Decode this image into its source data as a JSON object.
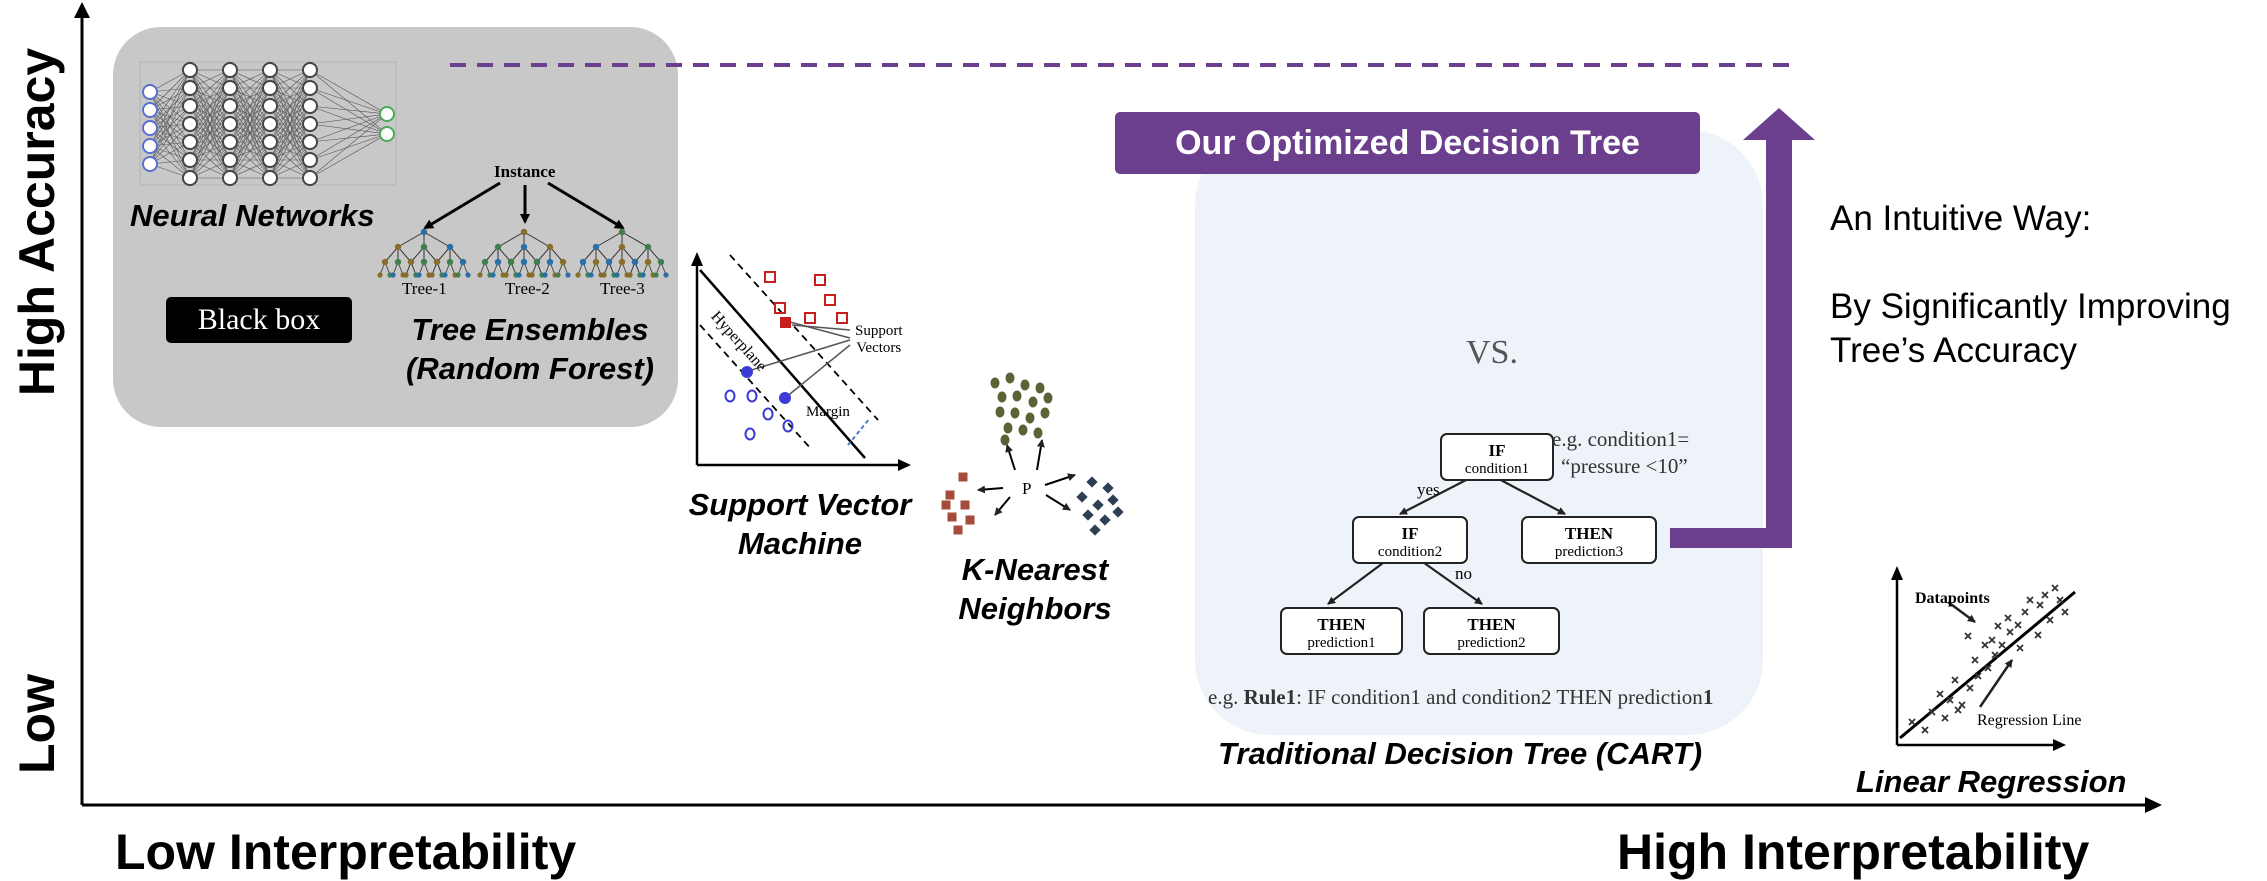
{
  "axes": {
    "y_high": "High Accuracy",
    "y_low": "Low",
    "x_low": "Low Interpretability",
    "x_high": "High Interpretability"
  },
  "black_box_panel": {
    "neural_networks": "Neural Networks",
    "black_box": "Black box",
    "instance": "Instance",
    "trees": [
      "Tree-1",
      "Tree-2",
      "Tree-3"
    ],
    "tree_ensembles_line1": "Tree Ensembles",
    "tree_ensembles_line2": "(Random Forest)"
  },
  "svm": {
    "hyperplane": "Hyperplane",
    "support_line1": "Support",
    "support_line2": "Vectors",
    "margin": "Margin",
    "label_line1": "Support Vector",
    "label_line2": "Machine"
  },
  "knn": {
    "point": "P",
    "label_line1": "K-Nearest",
    "label_line2": "Neighbors"
  },
  "decision_tree": {
    "banner": "Our Optimized Decision Tree",
    "vs": "VS.",
    "root": {
      "title": "IF",
      "sub": "condition1"
    },
    "example_line1": "e.g. condition1=",
    "example_line2": "“pressure <10”",
    "yes": "yes",
    "no": "no",
    "left": {
      "title": "IF",
      "sub": "condition2"
    },
    "right": {
      "title": "THEN",
      "sub": "prediction3"
    },
    "leaf1": {
      "title": "THEN",
      "sub": "prediction1"
    },
    "leaf2": {
      "title": "THEN",
      "sub": "prediction2"
    },
    "rule_prefix": "e.g. ",
    "rule_bold": "Rule1",
    "rule_text": ": IF condition1 and condition2 THEN prediction",
    "rule_suffix": "1",
    "label": "Traditional Decision Tree (CART)"
  },
  "note": {
    "line1": "An Intuitive Way:",
    "line2": "By Significantly Improving",
    "line3": "Tree’s Accuracy"
  },
  "linear_regression": {
    "datapoints": "Datapoints",
    "regression_line": "Regression Line",
    "label": "Linear Regression"
  },
  "colors": {
    "accent_purple": "#6b3e8e",
    "panel_gray": "#c8c8c8",
    "tree_panel": "#eef3fa",
    "nn_blue": "#5a6fd0",
    "nn_green": "#4caa5a",
    "svm_red": "#c81e1e",
    "svm_blue": "#3b3bd6",
    "knn_olive": "#5a6236",
    "knn_brown": "#a44b3a",
    "knn_navy": "#2e3e55"
  },
  "icons": [
    "up-arrow-icon",
    "neural-network-icon",
    "tree-icon",
    "scatter-plot-icon"
  ]
}
